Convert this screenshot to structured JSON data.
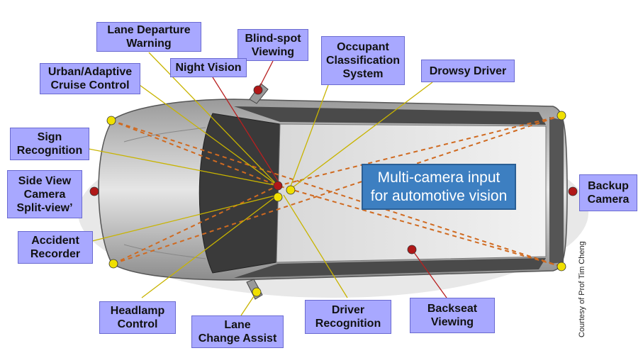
{
  "diagram": {
    "center_label": "Multi-camera input\nfor automotive vision",
    "credit": "Courtesy of Prof Tim Cheng",
    "labels": {
      "lane_departure": "Lane Departure\nWarning",
      "blind_spot": "Blind-spot\nViewing",
      "night_vision": "Night Vision",
      "occupant": "Occupant\nClassification\nSystem",
      "drowsy": "Drowsy Driver",
      "urban_cruise": "Urban/Adaptive\nCruise Control",
      "sign": "Sign\nRecognition",
      "side_view": "Side View\nCamera\nSplit-view’",
      "accident": "Accident\nRecorder",
      "headlamp": "Headlamp\nControl",
      "lane_change": "Lane\nChange Assist",
      "driver_recog": "Driver\nRecognition",
      "backseat": "Backseat\nViewing",
      "backup": "Backup\nCamera"
    },
    "colors": {
      "label_fill": "#a8a8ff",
      "center_fill": "#3d7fc1",
      "dot_red": "#b01818",
      "dot_yellow": "#f0e000",
      "dashed": "#d06a20"
    }
  }
}
